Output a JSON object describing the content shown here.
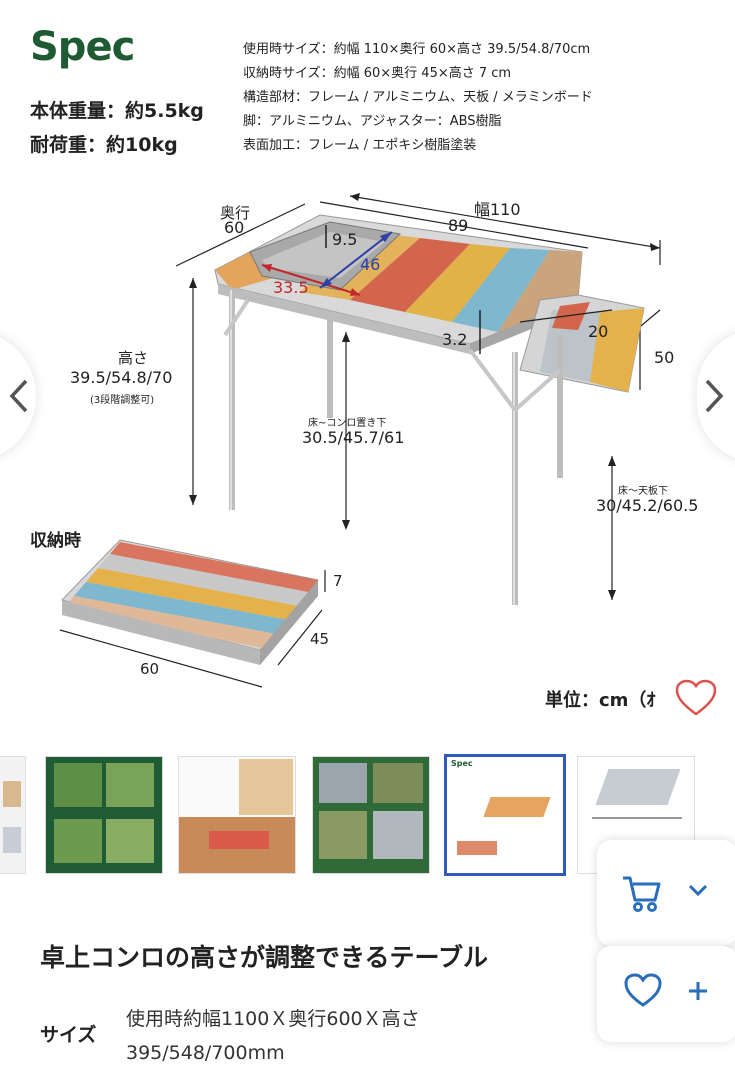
{
  "spec": {
    "title": "Spec",
    "weight": "本体重量：約5.5kg",
    "load": "耐荷重：約10kg",
    "lines": [
      "使用時サイズ：約幅 110×奥行 60×高さ 39.5/54.8/70cm",
      "収納時サイズ：約幅 60×奥行 45×高さ 7 cm",
      "構造部材：フレーム / アルミニウム、天板 / メラミンボード",
      "脚：アルミニウム、アジャスター：ABS樹脂",
      "表面加工：フレーム / エポキシ樹脂塗装"
    ]
  },
  "diagram": {
    "depth_label": "奥行",
    "depth_value": "60",
    "width_label": "幅110",
    "inner_width": "89",
    "d95": "9.5",
    "d46": "46",
    "d335": "33.5",
    "d32": "3.2",
    "d20": "20",
    "d50": "50",
    "height_label": "高さ",
    "height_value": "39.5/54.8/70",
    "height_note": "(3段階調整可)",
    "stove_label": "床~コンロ置き下",
    "stove_value": "30.5/45.7/61",
    "top_label": "床～天板下",
    "top_value": "30/45.2/60.5",
    "storage_label": "収納時",
    "s7": "7",
    "s45": "45",
    "s60": "60",
    "unit": "単位：cm（ｵ"
  },
  "colors": {
    "brand_green": "#1e5a32",
    "heart_red": "#d9534f",
    "dim_blue": "#2e3fa8",
    "dim_red": "#c0282c",
    "icon_blue": "#2a6ebb"
  },
  "product": {
    "title": "卓上コンロの高さが調整できるテーブル",
    "size_label": "サイズ",
    "size_value": "使用時約幅1100Ｘ奥行600Ｘ高さ395/548/700mm"
  },
  "icons": {
    "prev": "chevron-left-icon",
    "next": "chevron-right-icon",
    "cart": "cart-icon",
    "expand": "chevron-down-icon",
    "favorite": "heart-icon",
    "add": "plus-icon"
  }
}
